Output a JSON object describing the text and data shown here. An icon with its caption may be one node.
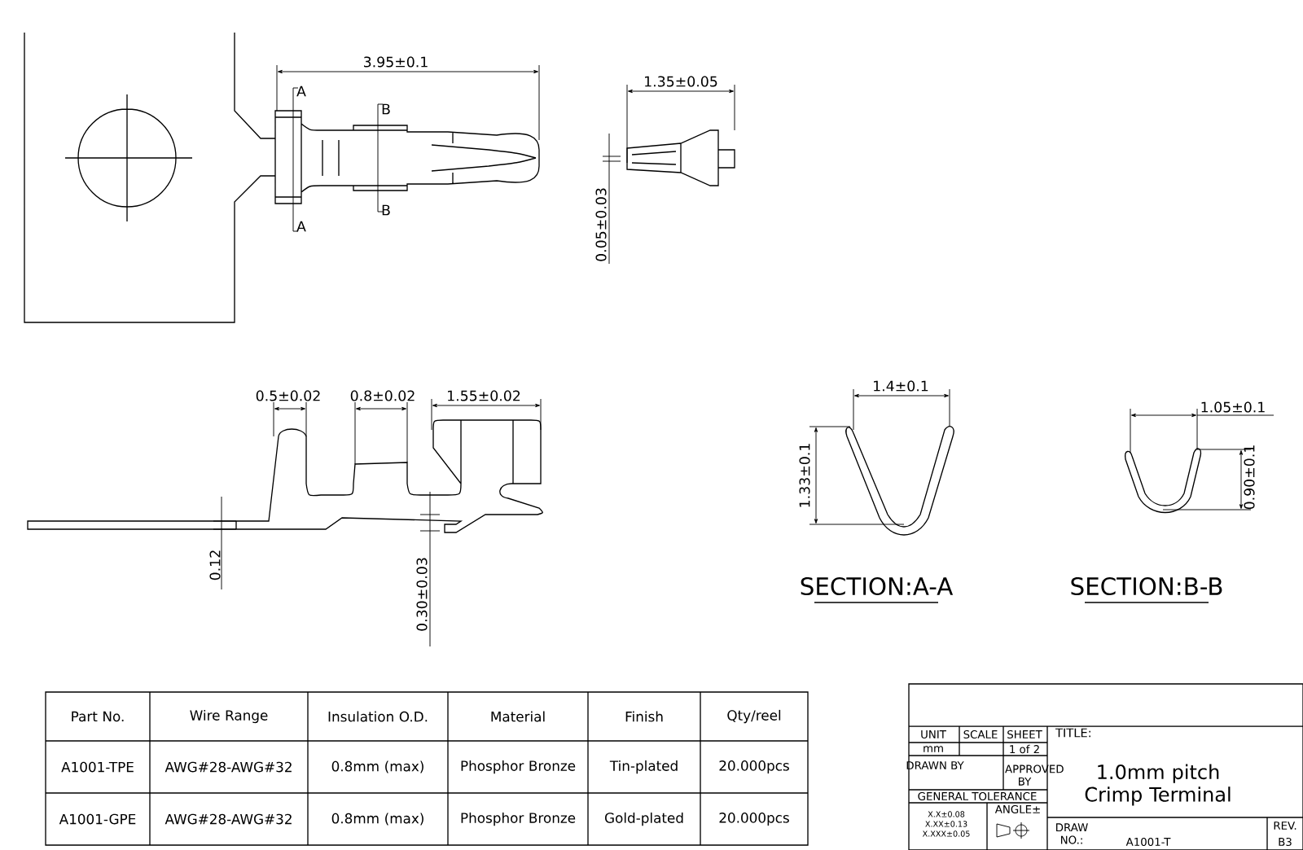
{
  "diagram": {
    "labels": [
      "3.95±0.1",
      "1.35±0.05",
      "A",
      "B",
      "B",
      "A",
      "0.05±0.03",
      "0.5±0.02",
      "0.8±0.02",
      "1.55±0.02",
      "0.12",
      "0.30±0.03",
      "1.4±0.1",
      "1.33±0.1",
      "1.05±0.1",
      "0.90±0.1",
      "SECTION:A-A",
      "SECTION:B-B",
      "Part No.",
      "Wire Range",
      "Insulation O.D.",
      "Material",
      "Finish",
      "Qty/reel",
      "A1001-TPE",
      "AWG#28-AWG#32",
      "0.8mm (max)",
      "Phosphor Bronze",
      "Tin-plated",
      "20.000pcs",
      "A1001-GPE",
      "AWG#28-AWG#32",
      "0.8mm (max)",
      "Phosphor Bronze",
      "Gold-plated",
      "20.000pcs",
      "UNIT",
      "SCALE",
      "SHEET",
      "TITLE:",
      "mm",
      "1 of 2",
      "DRAWN BY",
      "APPROVED BY",
      "1.0mm pitch Crimp Terminal",
      "GENERAL TOLERANCE",
      "ANGLE±",
      "X.X±0.08",
      "X.XX±0.13",
      "X.XXX±0.05",
      "DRAW NO.:",
      "A1001-T",
      "REV.",
      "B3"
    ]
  }
}
